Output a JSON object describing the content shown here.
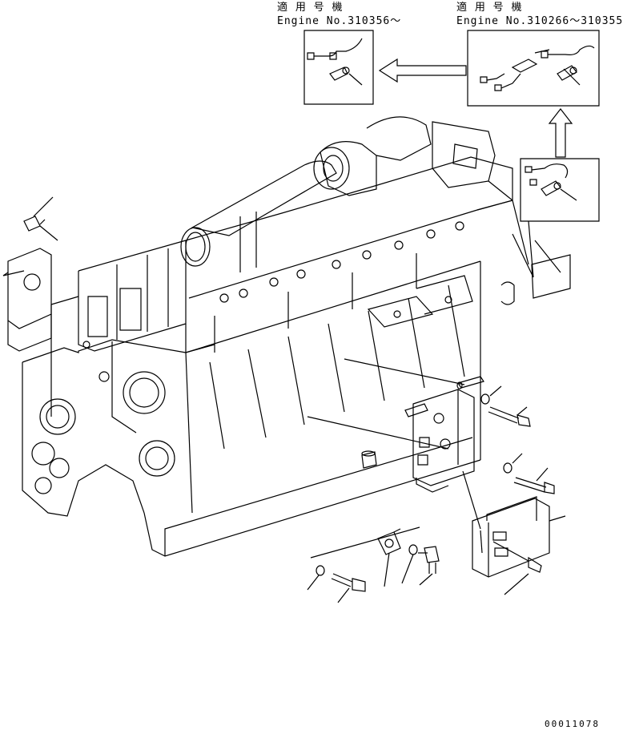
{
  "callouts": {
    "left": {
      "applicable_models": "適 用 号 機",
      "engine_range": "Engine No.310356～"
    },
    "right": {
      "applicable_models": "適 用 号 機",
      "engine_range": "Engine No.310266～310355"
    }
  },
  "figure_number": "00011078"
}
